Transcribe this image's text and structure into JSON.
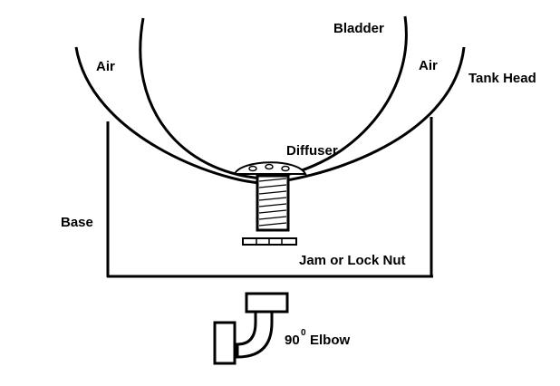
{
  "labels": {
    "bladder": "Bladder",
    "air_left": "Air",
    "air_right": "Air",
    "tank_head": "Tank Head",
    "diffuser": "Diffuser",
    "base": "Base",
    "jam_nut": "Jam or Lock Nut",
    "elbow_number": "90",
    "elbow_superscript": "0",
    "elbow_text": "Elbow"
  }
}
